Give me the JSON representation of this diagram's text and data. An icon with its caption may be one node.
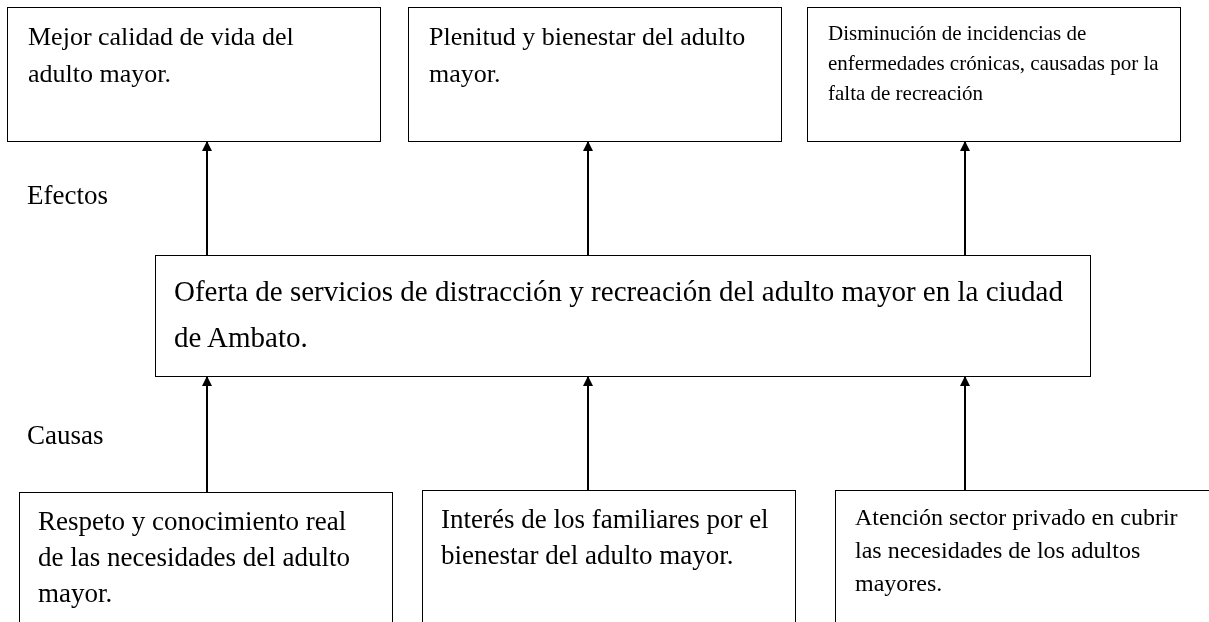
{
  "diagram": {
    "nodes": [
      {
        "text": [
          "Mejor calidad de vida del adulto mayor."
        ]
      },
      {
        "text": [
          "Plenitud y bienestar del adulto mayor."
        ]
      },
      {
        "text": [
          "Disminución de incidencias de enfermedades crónicas, causadas por la falta de recreación"
        ]
      },
      {
        "text": [
          "Oferta de servicios de distracción y recreación del adulto mayor en la ciudad de Ambato."
        ]
      },
      {
        "text": [
          "Respeto y conocimiento real de las necesidades del adulto mayor."
        ]
      },
      {
        "text": [
          "Interés de los familiares por el bienestar del adulto mayor."
        ]
      },
      {
        "text": [
          "Atención sector privado en cubrir las necesidades de los adultos mayores."
        ]
      }
    ],
    "edges": [
      {
        "from": 3,
        "to": 0,
        "arrow": "to"
      },
      {
        "from": 3,
        "to": 1,
        "arrow": "to"
      },
      {
        "from": 3,
        "to": 2,
        "arrow": "to"
      },
      {
        "from": 4,
        "to": 3,
        "arrow": "to"
      },
      {
        "from": 5,
        "to": 3,
        "arrow": "to"
      },
      {
        "from": 6,
        "to": 3,
        "arrow": "to"
      }
    ],
    "labels": [
      "Efectos",
      "Causas"
    ]
  }
}
